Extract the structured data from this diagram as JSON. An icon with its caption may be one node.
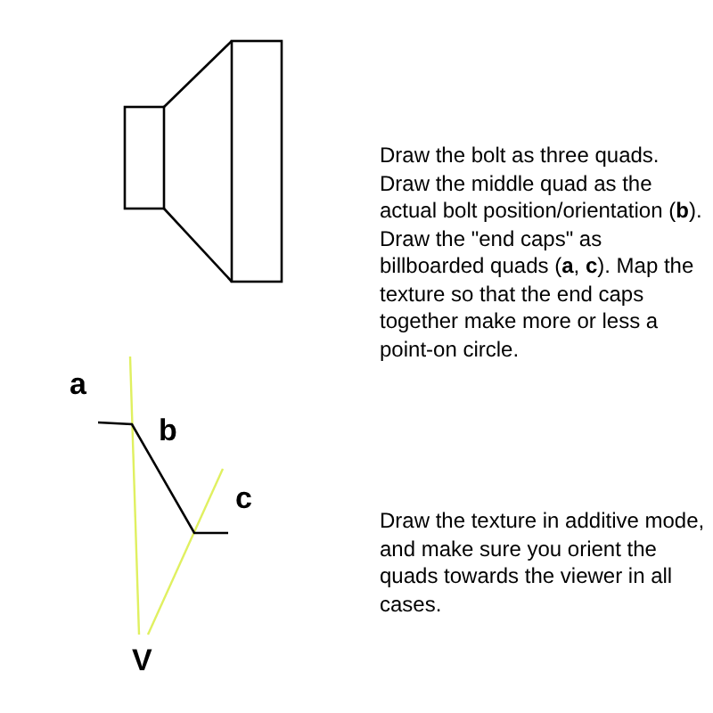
{
  "diagram": {
    "labels": [
      "Draw the bolt as three quads. Draw the middle quad as the actual bolt position/orientation (**b**). Draw the \"end caps\" as billboarded quads (**a**, **c**). Map the texture so that the end caps together make more or less a point-on circle.",
      "a",
      "b",
      "c",
      "Draw the texture in additive mode, and make sure you orient the quads towards the viewer in all cases.",
      "V"
    ]
  }
}
